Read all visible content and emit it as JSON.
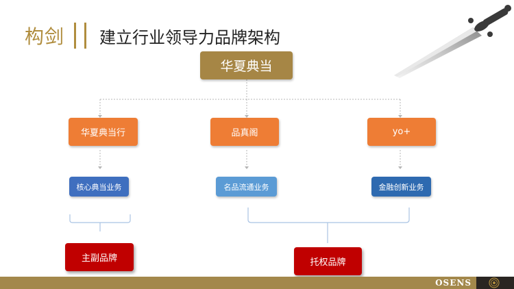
{
  "header": {
    "title_main": "构剑",
    "title_sub": "建立行业领导力品牌架构"
  },
  "diagram": {
    "root": "华夏典当",
    "level1": [
      "华夏典当行",
      "品真阁",
      "yo+"
    ],
    "level2": [
      "核心典当业务",
      "名品流通业务",
      "金融创新业务"
    ],
    "level3": [
      "主副品牌",
      "托权品牌"
    ]
  },
  "footer": {
    "brand": "OSENS"
  },
  "colors": {
    "gold": "#a68645",
    "orange": "#ee7d35",
    "blue_dark": "#3f6fbf",
    "blue_light": "#5b9bd5",
    "blue_navy": "#2e6ab0",
    "red": "#c00000"
  },
  "icons": [
    "sword-icon",
    "spiral-logo-icon"
  ]
}
